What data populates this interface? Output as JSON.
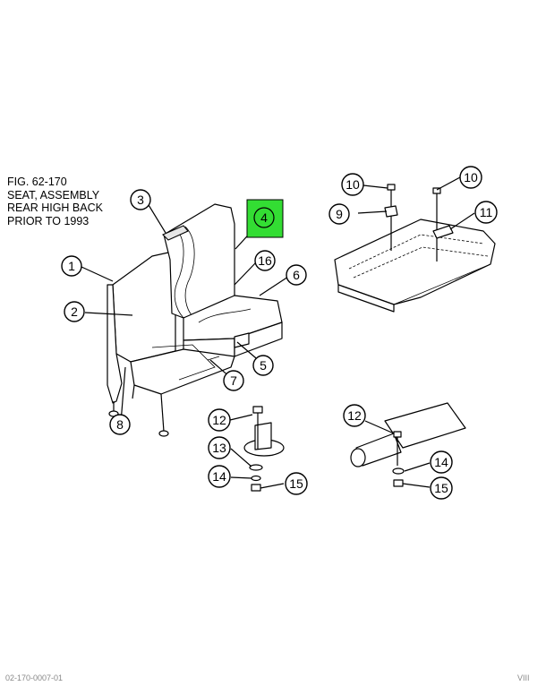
{
  "figure": {
    "lines": [
      "FIG. 62-170",
      "SEAT, ASSEMBLY",
      "REAR HIGH BACK",
      "PRIOR TO 1993"
    ]
  },
  "callouts": {
    "c1": "1",
    "c2": "2",
    "c3": "3",
    "c4": "4",
    "c5": "5",
    "c6": "6",
    "c7": "7",
    "c8": "8",
    "c9": "9",
    "c10a": "10",
    "c10b": "10",
    "c11": "11",
    "c12a": "12",
    "c12b": "12",
    "c13": "13",
    "c14a": "14",
    "c14b": "14",
    "c15a": "15",
    "c15b": "15",
    "c16": "16"
  },
  "highlight": {
    "part": "4",
    "color": "#33dd33"
  },
  "footer": {
    "left": "02-170-0007-01",
    "right": "VIII"
  }
}
